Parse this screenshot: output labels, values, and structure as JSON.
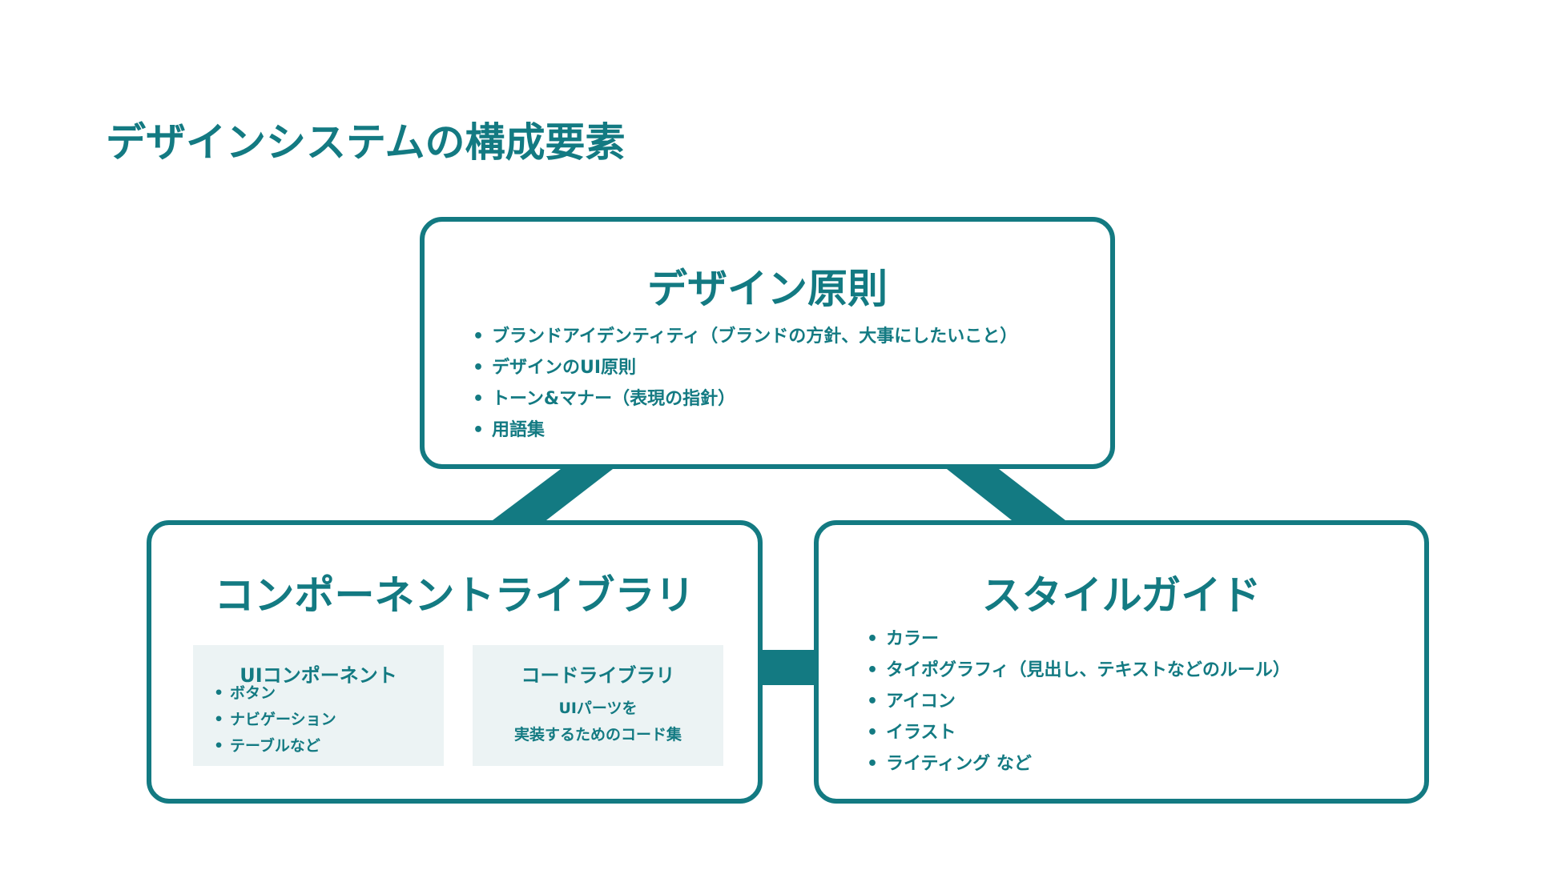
{
  "title": "デザインシステムの構成要素",
  "colors": {
    "accent": "#137a82",
    "panel_background": "#ecf3f4",
    "background": "#ffffff"
  },
  "principles": {
    "title": "デザイン原則",
    "items": [
      "ブランドアイデンティティ（ブランドの方針、大事にしたいこと）",
      "デザインのUI原則",
      "トーン&マナー（表現の指針）",
      "用語集"
    ]
  },
  "components": {
    "title": "コンポーネントライブラリ",
    "ui_panel": {
      "title": "UIコンポーネント",
      "items": [
        "ボタン",
        "ナビゲーション",
        "テーブルなど"
      ]
    },
    "code_panel": {
      "title": "コードライブラリ",
      "description_lines": [
        "UIパーツを",
        "実装するためのコード集"
      ]
    }
  },
  "style_guide": {
    "title": "スタイルガイド",
    "items": [
      "カラー",
      "タイポグラフィ（見出し、テキストなどのルール）",
      "アイコン",
      "イラスト",
      "ライティング など"
    ]
  },
  "bullet_glyph": "•"
}
